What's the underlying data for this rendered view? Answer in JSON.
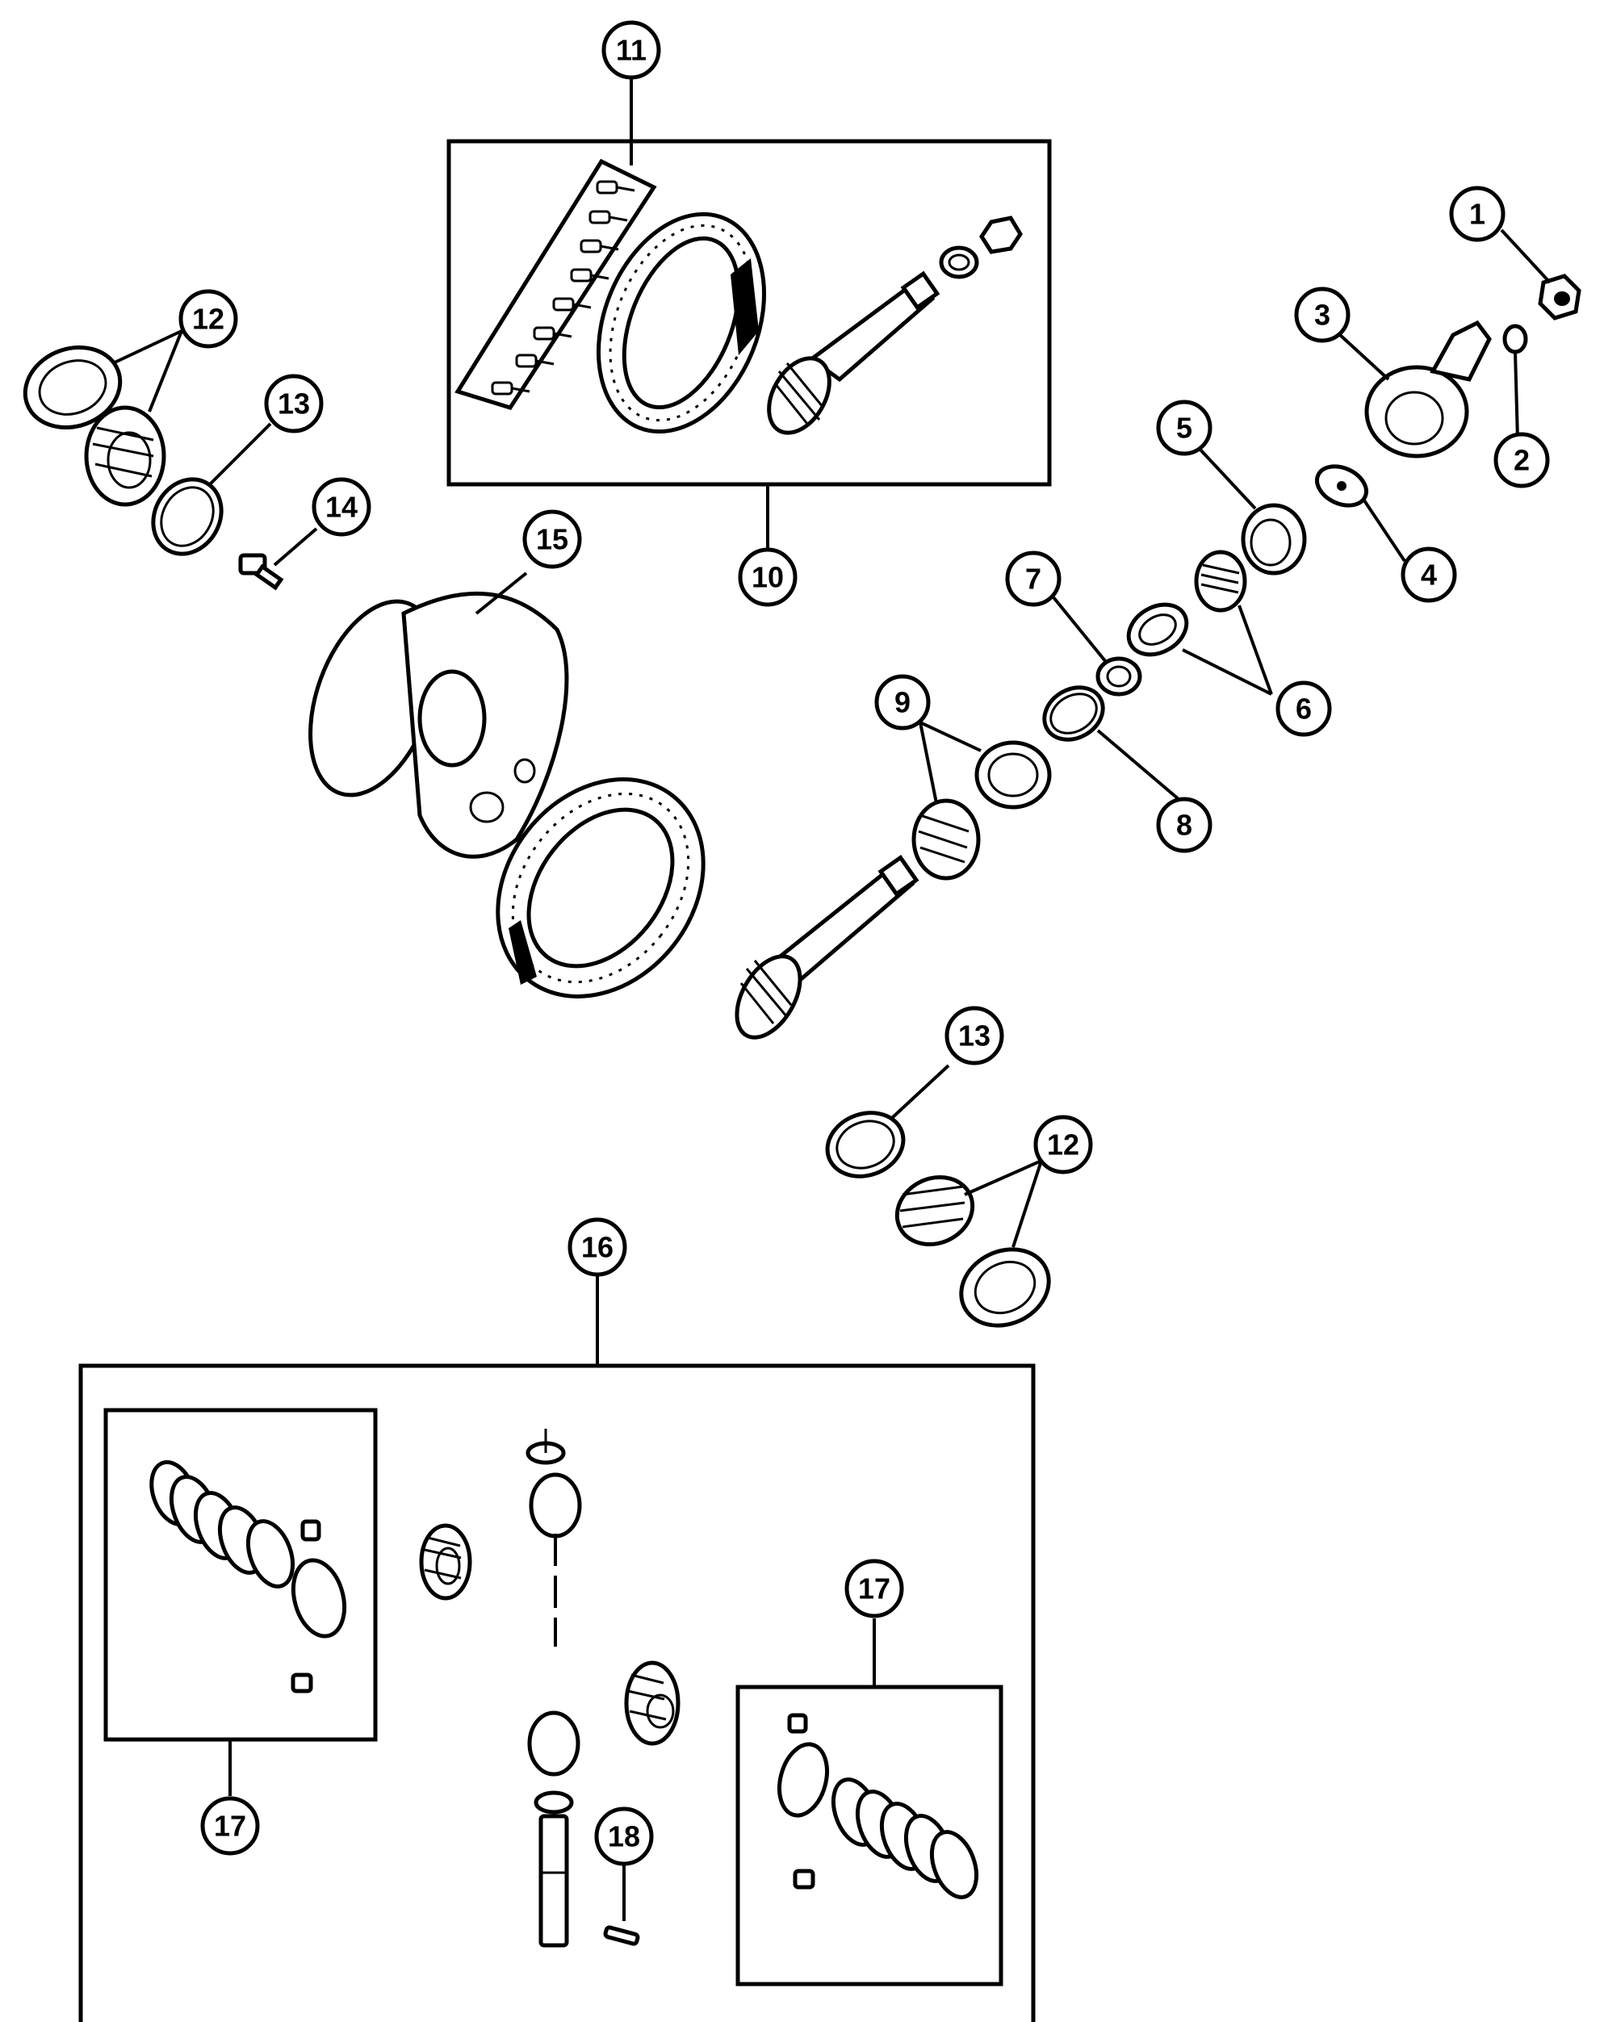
{
  "callouts": {
    "c1": "1",
    "c2": "2",
    "c3": "3",
    "c4": "4",
    "c5": "5",
    "c6": "6",
    "c7": "7",
    "c8": "8",
    "c9": "9",
    "c10": "10",
    "c11": "11",
    "c12_top": "12",
    "c12_bottom": "12",
    "c13_top": "13",
    "c13_bottom": "13",
    "c14": "14",
    "c15": "15",
    "c16": "16",
    "c17_left": "17",
    "c17_right": "17",
    "c18": "18"
  },
  "colors": {
    "line": "#000000",
    "background": "#ffffff"
  }
}
